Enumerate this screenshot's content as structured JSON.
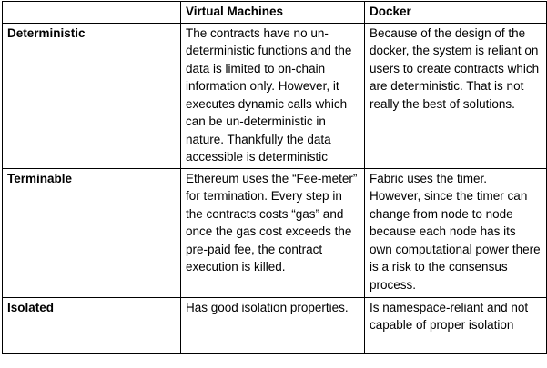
{
  "table": {
    "headers": [
      "",
      "Virtual Machines",
      "Docker"
    ],
    "rows": [
      {
        "label": "Deterministic",
        "vm": "The contracts have no un-deterministic functions and the data is limited to on-chain information only. However, it executes dynamic calls which can be un-deterministic in nature. Thankfully the data accessible is deterministic",
        "docker": "Because of the design of the docker, the system is reliant on users to create contracts which are deterministic. That is not really the best of solutions."
      },
      {
        "label": "Terminable",
        "vm": "Ethereum uses the “Fee-meter” for termination. Every step in the contracts costs “gas” and once the gas cost exceeds the pre-paid fee, the contract execution is killed.",
        "docker": "Fabric uses the timer. However, since the timer can change from node to node because each node has its own computational power there is a risk to the consensus process."
      },
      {
        "label": "Isolated",
        "vm": "Has good isolation properties.",
        "docker": "Is namespace-reliant and not capable of proper isolation"
      }
    ]
  }
}
